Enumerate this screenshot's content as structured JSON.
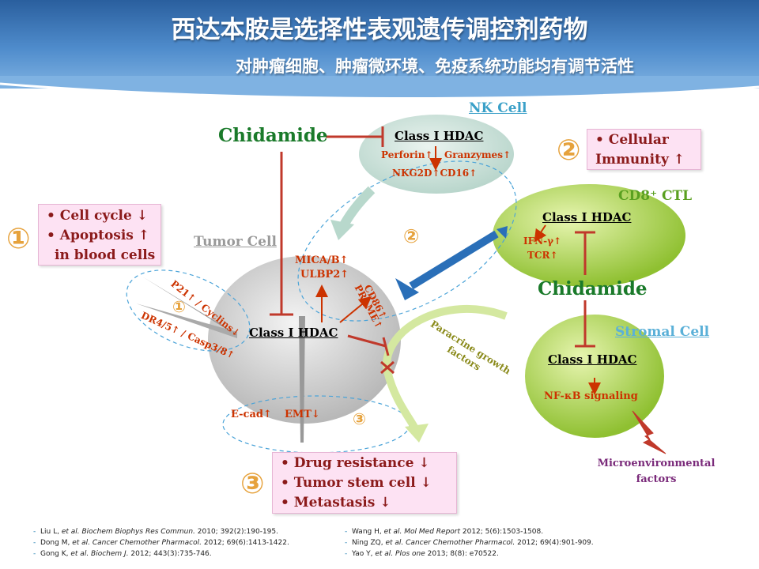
{
  "title": "西达本胺是选择性表观遗传调控剂药物",
  "subtitle": "对肿瘤细胞、肿瘤微环境、免疫系统功能均有调节活性",
  "cells": {
    "nk": {
      "label": "NK Cell",
      "hdac": "Class I HDAC",
      "perforin": "Perforin↑",
      "granzymes": "Granzymes↑",
      "nkg2d": "NKG2D↑CD16↑"
    },
    "ctl": {
      "label": "CD8⁺ CTL",
      "hdac": "Class I HDAC",
      "ifn": "IFN-γ↑",
      "tcr": "TCR↑"
    },
    "tumor": {
      "label": "Tumor Cell",
      "hdac": "Class I HDAC",
      "mica": "MICA/B↑",
      "ulbp": "ULBP2↑",
      "cd86": "CD86↑",
      "prame": "PRAME↑",
      "p21": "P21↑ / Cyclins↓",
      "dr45": "DR4/5↑ / Casp3/8↑",
      "ecad": "E-cad↑",
      "emt": "EMT↓"
    },
    "stromal": {
      "label": "Stromal Cell",
      "hdac": "Class I HDAC",
      "nfkb": "NF-κB signaling"
    }
  },
  "drugs": {
    "left": "Chidamide",
    "right": "Chidamide"
  },
  "circle_numbers": {
    "one": "①",
    "two": "②",
    "three": "③"
  },
  "paracrine": [
    "Paracrine growth",
    "factors"
  ],
  "microenv": [
    "Microenvironmental",
    "factors"
  ],
  "boxes": {
    "cell_cycle": {
      "num": "①",
      "lines": [
        "• Cell cycle ↓",
        "• Apoptosis ↑",
        "  in blood cells"
      ]
    },
    "immunity": {
      "num": "②",
      "lines": [
        "• Cellular",
        "Immunity ↑"
      ]
    },
    "resistance": {
      "num": "③",
      "lines": [
        "• Drug resistance ↓",
        "• Tumor stem cell ↓",
        "• Metastasis ↓"
      ]
    }
  },
  "references_left": [
    {
      "authors": "Liu L, ",
      "etal": "et al.",
      "journal": " Biochem Biophys Res Commun.",
      "details": " 2010; 392(2):190-195."
    },
    {
      "authors": "Dong M, ",
      "etal": "et al.",
      "journal": " Cancer Chemother Pharmacol.",
      "details": " 2012; 69(6):1413-1422."
    },
    {
      "authors": "Gong K, ",
      "etal": "et al.",
      "journal": " Biochem J.",
      "details": " 2012; 443(3):735-746."
    }
  ],
  "references_right": [
    {
      "authors": "Wang H, ",
      "etal": "et al.",
      "journal": " Mol Med Report",
      "details": " 2012; 5(6):1503-1508."
    },
    {
      "authors": "Ning ZQ, ",
      "etal": "et al.",
      "journal": " Cancer Chemother Pharmacol.",
      "details": " 2012; 69(4):901-909."
    },
    {
      "authors": "Yao Y, ",
      "etal": "et al.",
      "journal": " Plos one",
      "details": " 2013; 8(8): e70522."
    }
  ],
  "colors": {
    "header": "#4f8ccc",
    "box_bg": "#fde2f3",
    "box_text": "#8b1a1a",
    "circle_num": "#e6a23c",
    "drug": "#1a7a2a",
    "inhibit": "#c0392b",
    "cd8_cell": "#9ccc3a",
    "stromal_cell": "#9ccc3a",
    "nk_cell": "#cfe3dc",
    "tumor_cell": "#cccccc"
  }
}
